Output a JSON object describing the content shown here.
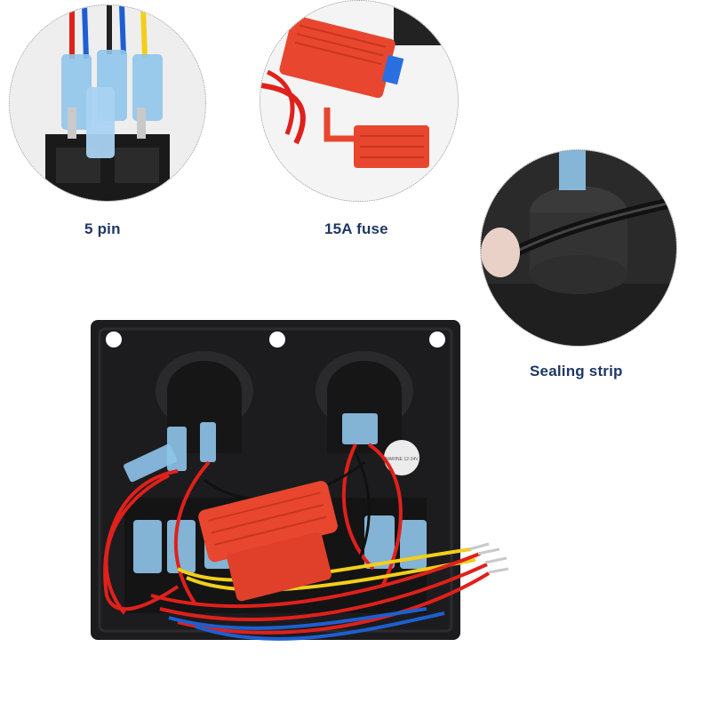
{
  "callouts": {
    "pin": {
      "label": "5 pin",
      "icon": "pin-connector-closeup"
    },
    "fuse": {
      "label": "15A fuse",
      "icon": "fuse-holder-closeup"
    },
    "seal": {
      "label": "Sealing strip",
      "icon": "sealing-strip-closeup"
    }
  },
  "product": {
    "icon": "switch-panel-rear",
    "sticker_text": "MARINE 12-24V"
  },
  "colors": {
    "label_text": "#1f3864",
    "panel": "#1c1c1e",
    "wire_red": "#e0201b",
    "wire_blue": "#1e5fd0",
    "wire_yellow": "#f2cf1a",
    "fuse_red": "#e8462e",
    "terminal_blue": "#8fc4ea"
  }
}
